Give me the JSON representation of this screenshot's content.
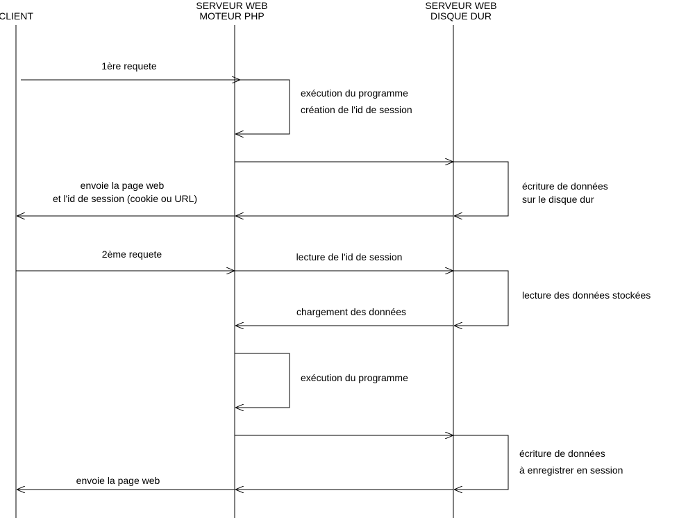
{
  "lifelines": {
    "client": {
      "line1": "CLIENT"
    },
    "php": {
      "line1": "SERVEUR WEB",
      "line2": "MOTEUR PHP"
    },
    "disk": {
      "line1": "SERVEUR WEB",
      "line2": "DISQUE DUR"
    }
  },
  "labels": {
    "req1": "1ère requete",
    "exec1_a": "exécution du programme",
    "exec1_b": "création de l'id de session",
    "send1_a": "envoie la page web",
    "send1_b": "et l'id de session (cookie ou URL)",
    "write1_a": "écriture de données",
    "write1_b": "sur le disque dur",
    "req2": "2ème requete",
    "read_id": "lecture de l'id de session",
    "read_data": "lecture des données stockées",
    "load": "chargement des données",
    "exec2": "exécution du programme",
    "write2_a": "écriture de données",
    "write2_b": "à enregistrer en session",
    "send2": "envoie la page web"
  },
  "colors": {
    "stroke": "#000000",
    "background": "#ffffff"
  }
}
